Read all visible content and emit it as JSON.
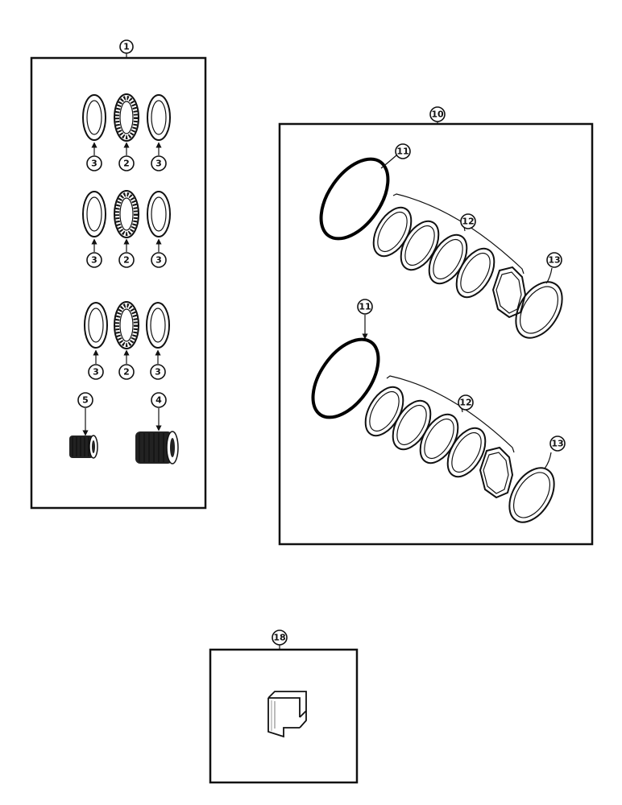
{
  "callouts": {
    "kit1": "1",
    "kit10": "10",
    "kit18": "18",
    "thrust_bearing": "2",
    "thrust_washer": "3",
    "needle_bearing_large": "4",
    "needle_bearing_small": "5",
    "o_ring": "11",
    "seal_rings": "12",
    "snap_ring": "13"
  }
}
